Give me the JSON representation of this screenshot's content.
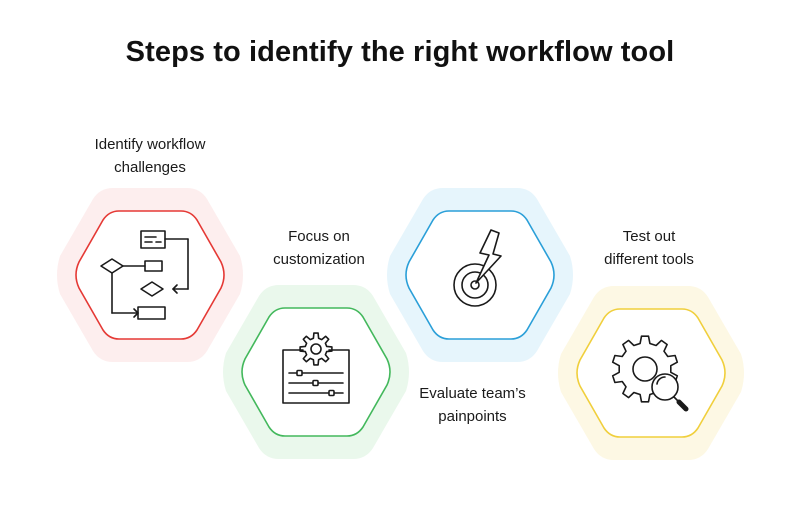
{
  "title": "Steps to identify the right workflow tool",
  "steps": [
    {
      "line1": "Identify workflow",
      "line2": "challenges",
      "icon": "flowchart-icon",
      "accent": "#e53935",
      "halo": "#fdeeee"
    },
    {
      "line1": "Focus on",
      "line2": "customization",
      "icon": "gear-sliders-icon",
      "accent": "#43b85c",
      "halo": "#eaf8ec"
    },
    {
      "line1": "Evaluate team’s",
      "line2": "painpoints",
      "icon": "lightning-target-icon",
      "accent": "#2a9fd8",
      "halo": "#e6f5fc"
    },
    {
      "line1": "Test out",
      "line2": "different tools",
      "icon": "gear-magnifier-icon",
      "accent": "#f0cf3c",
      "halo": "#fdf8e4"
    }
  ]
}
